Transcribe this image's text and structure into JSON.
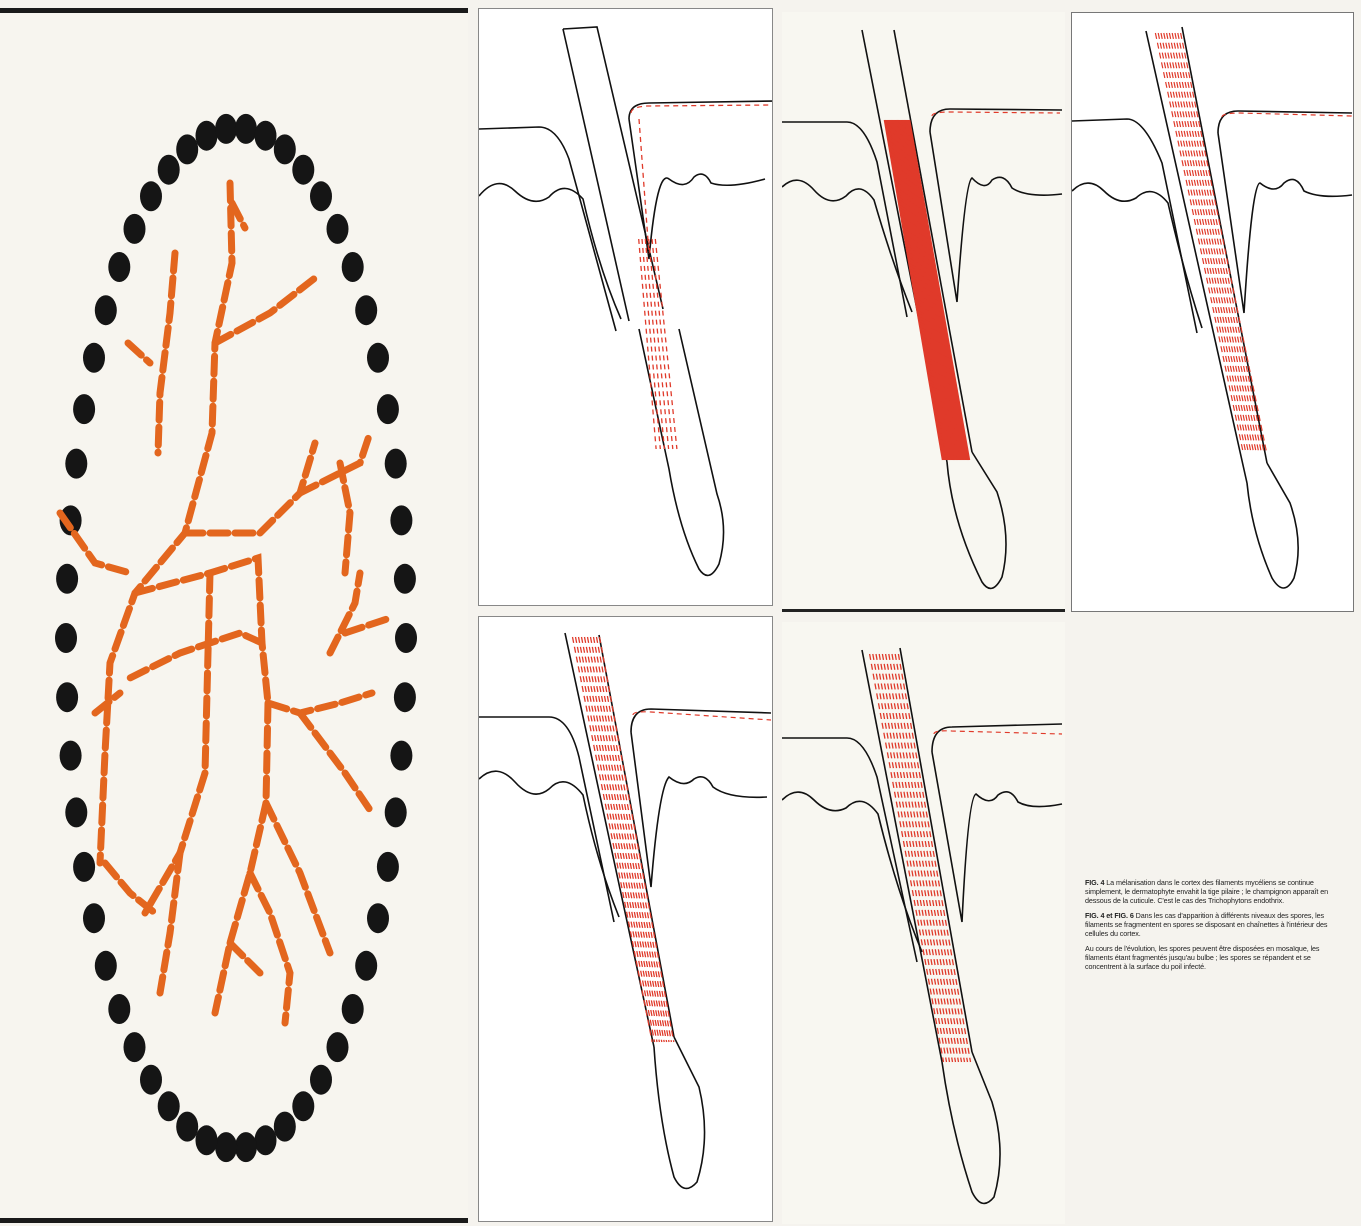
{
  "figure": {
    "panels": [
      "left-diagram",
      "panel-1",
      "panel-2",
      "panel-3",
      "panel-4",
      "panel-5"
    ],
    "colors": {
      "outline": "#111111",
      "branches": "#e3661e",
      "dots": "#151515",
      "dashes": "#e03a2a"
    },
    "caption": {
      "title": "FIG. 4",
      "paragraph_1": "La mélanisation dans le cortex des filaments mycéliens se continue simplement, le dermatophyte envahit la tige pilaire ; le champignon apparaît en dessous de la cuticule. C'est le cas des Trichophytons endothrix.",
      "paragraph_2_title": "FIG. 4 et FIG. 6",
      "paragraph_2": "Dans les cas d'apparition à différents niveaux des spores, les filaments se fragmentent en spores se disposant en chaînettes à l'intérieur des cellules du cortex.",
      "paragraph_3": "Au cours de l'évolution, les spores peuvent être disposées en mosaïque, les filaments étant fragmentés jusqu'au bulbe ; les spores se répandent et se concentrent à la surface du poil infecté."
    }
  }
}
